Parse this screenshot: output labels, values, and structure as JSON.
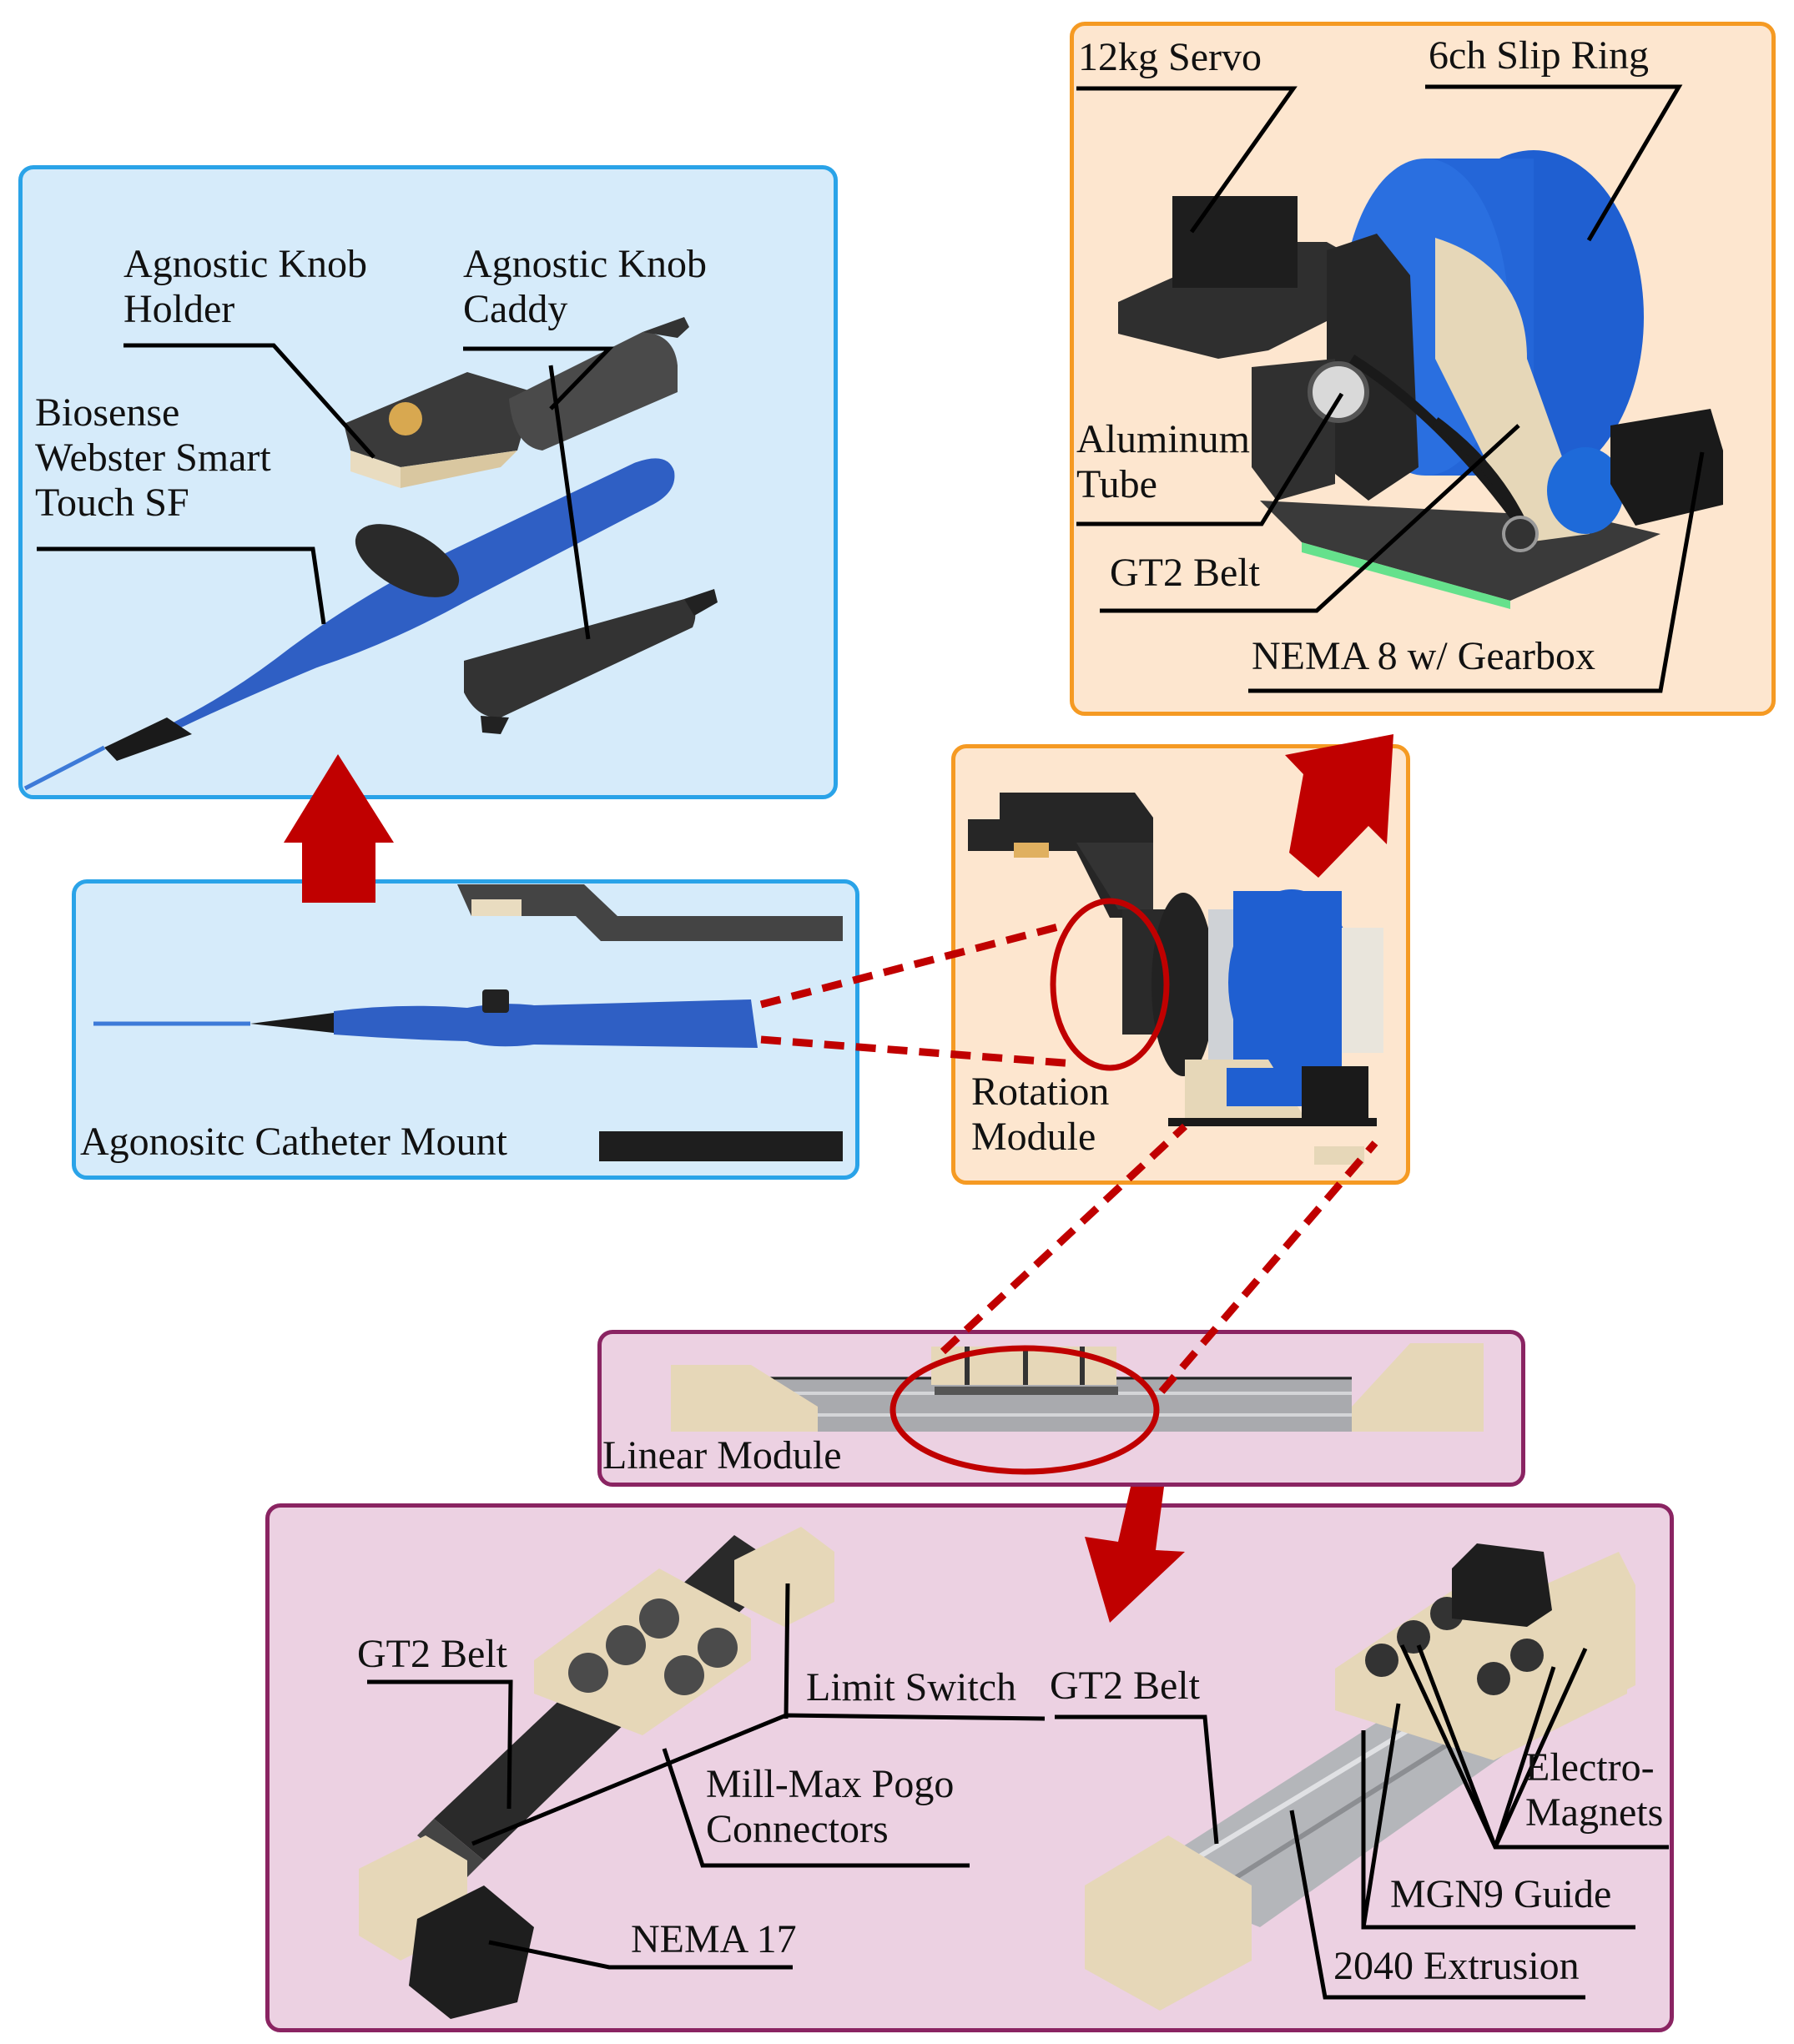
{
  "colors": {
    "blue_panel_border": "#2aa3e8",
    "blue_panel_fill": "#d6ebfa",
    "orange_panel_border": "#f59a23",
    "orange_panel_fill": "#fde6cf",
    "purple_panel_border": "#8a2462",
    "purple_panel_fill": "#ecd1e2",
    "arrow": "#c00000",
    "catheter": "#2f5fc4",
    "dark_part": "#333333",
    "printed_part": "#e9dcc0",
    "slip_ring": "#1f5fd1"
  },
  "catheter_detail": {
    "knob_holder": "Agnostic Knob\nHolder",
    "knob_caddy": "Agnostic Knob\nCaddy",
    "catheter_name": "Biosense\nWebster Smart\nTouch SF"
  },
  "catheter_mount": {
    "title": "Agonositc Catheter Mount"
  },
  "rotation_detail": {
    "servo": "12kg Servo",
    "slip_ring": "6ch Slip Ring",
    "tube": "Aluminum\nTube",
    "belt": "GT2 Belt",
    "motor": "NEMA 8 w/ Gearbox"
  },
  "rotation_module": {
    "title": "Rotation\nModule"
  },
  "linear_module": {
    "title": "Linear Module"
  },
  "linear_detail": {
    "belt_left": "GT2 Belt",
    "limit_switch": "Limit Switch",
    "belt_right": "GT2 Belt",
    "pogo": "Mill-Max Pogo\nConnectors",
    "electromagnets": "Electro-\nMagnets",
    "motor": "NEMA 17",
    "guide": "MGN9 Guide",
    "extrusion": "2040 Extrusion"
  }
}
